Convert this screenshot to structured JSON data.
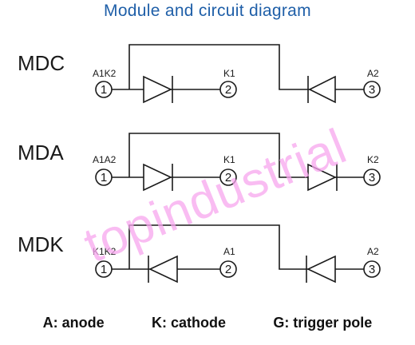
{
  "title": "Module and circuit diagram",
  "modules": [
    {
      "name": "MDC",
      "pins": [
        {
          "label": "A1K2",
          "number": "1"
        },
        {
          "label": "K1",
          "number": "2"
        },
        {
          "label": "A2",
          "number": "3"
        }
      ]
    },
    {
      "name": "MDA",
      "pins": [
        {
          "label": "A1A2",
          "number": "1"
        },
        {
          "label": "K1",
          "number": "2"
        },
        {
          "label": "K2",
          "number": "3"
        }
      ]
    },
    {
      "name": "MDK",
      "pins": [
        {
          "label": "K1K2",
          "number": "1"
        },
        {
          "label": "A1",
          "number": "2"
        },
        {
          "label": "A2",
          "number": "3"
        }
      ]
    }
  ],
  "legend": [
    "A: anode",
    "K: cathode",
    "G: trigger pole"
  ],
  "watermark": "topindustrial",
  "colors": {
    "title": "#1f5fa8",
    "watermark": "#f7a6ee",
    "ink": "#1a1a1a"
  }
}
